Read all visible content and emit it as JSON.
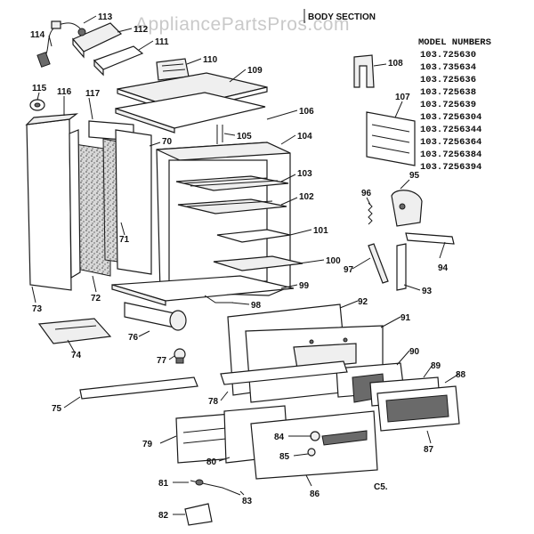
{
  "watermark": "AppliancePartsPros.com",
  "section_title": "BODY SECTION",
  "model_numbers": {
    "header": "MODEL NUMBERS",
    "items": [
      "103.725630",
      "103.735634",
      "103.725636",
      "103.725638",
      "103.725639",
      "103.7256304",
      "103.7256344",
      "103.7256364",
      "103.7256384",
      "103.7256394"
    ]
  },
  "page_code": "C5.",
  "parts": {
    "p113": "113",
    "p112": "112",
    "p111": "111",
    "p114": "114",
    "p110": "110",
    "p109": "109",
    "p108": "108",
    "p115": "115",
    "p116": "116",
    "p117": "117",
    "p107": "107",
    "p106": "106",
    "p105": "105",
    "p104": "104",
    "p70": "70",
    "p103": "103",
    "p102": "102",
    "p96": "96",
    "p95": "95",
    "p71": "71",
    "p101": "101",
    "p100": "100",
    "p97": "97",
    "p94": "94",
    "p93": "93",
    "p73": "73",
    "p72": "72",
    "p99": "99",
    "p92": "92",
    "p98": "98",
    "p91": "91",
    "p76": "76",
    "p74": "74",
    "p90": "90",
    "p77": "77",
    "p89": "89",
    "p88": "88",
    "p75": "75",
    "p78": "78",
    "p87": "87",
    "p79": "79",
    "p84": "84",
    "p85": "85",
    "p80": "80",
    "p81": "81",
    "p83": "83",
    "p86": "86",
    "p82": "82"
  }
}
